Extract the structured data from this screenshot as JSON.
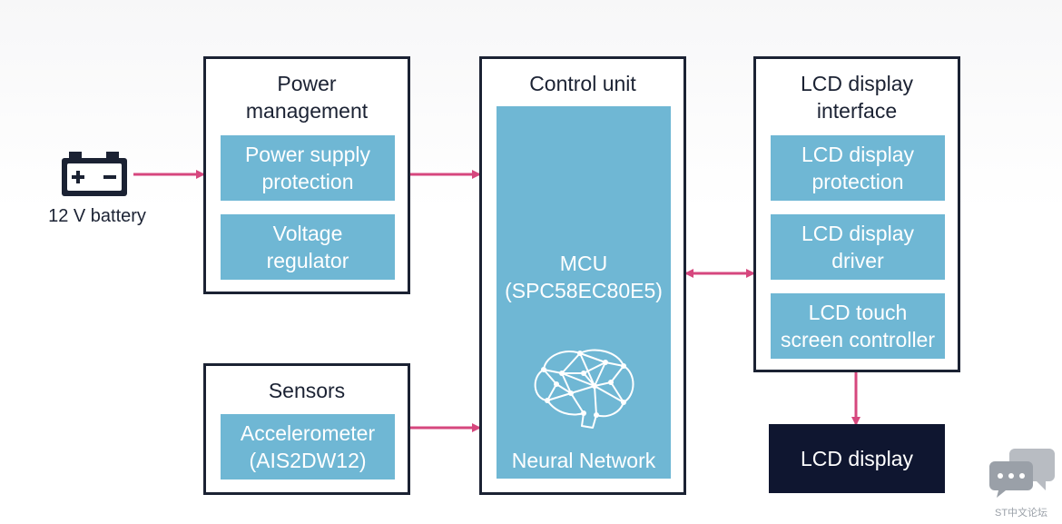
{
  "battery": {
    "label": "12 V battery"
  },
  "power_management": {
    "title": "Power\nmanagement",
    "blocks": [
      {
        "label": "Power supply\nprotection"
      },
      {
        "label": "Voltage\nregulator"
      }
    ]
  },
  "sensors": {
    "title": "Sensors",
    "blocks": [
      {
        "label": "Accelerometer\n(AIS2DW12)"
      }
    ]
  },
  "control_unit": {
    "title": "Control unit",
    "mcu_label": "MCU\n(SPC58EC80E5)",
    "nn_label": "Neural Network"
  },
  "lcd_interface": {
    "title": "LCD display\ninterface",
    "blocks": [
      {
        "label": "LCD display\nprotection"
      },
      {
        "label": "LCD display\ndriver"
      },
      {
        "label": "LCD touch\nscreen controller"
      }
    ]
  },
  "lcd_display": {
    "label": "LCD display"
  },
  "watermark": {
    "label": "ST中文论坛"
  },
  "colors": {
    "box_border": "#1b2233",
    "sub_block": "#6fb7d4",
    "arrow": "#d6477e",
    "lcd_display_bg": "#0f1630"
  }
}
